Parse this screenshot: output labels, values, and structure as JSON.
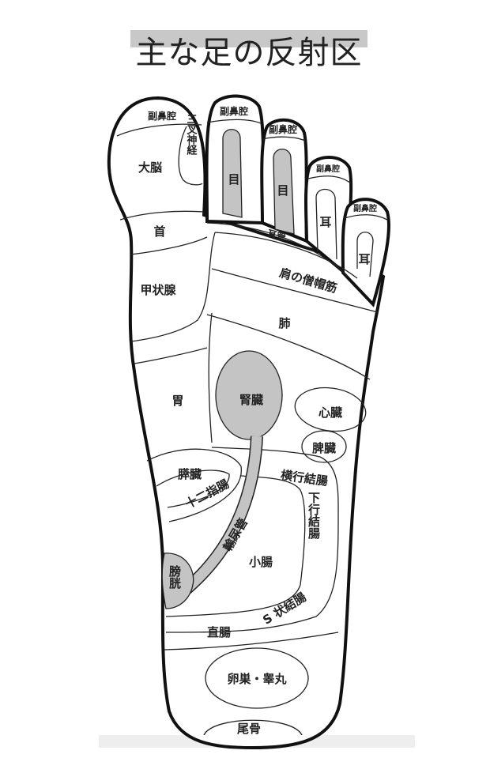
{
  "title": "主な足の反射区",
  "colors": {
    "organ_fill": "#c4c4c4",
    "title_band": "#c8c8c8",
    "outline": "#111111"
  },
  "labels": {
    "sinus_big_toe": "副鼻腔",
    "sinus_toe2": "副鼻腔",
    "sinus_toe3": "副鼻腔",
    "sinus_toe4": "副鼻腔",
    "sinus_toe5": "副鼻腔",
    "trigeminal": "三叉神経",
    "cerebrum": "大脳",
    "eye_toe2": "目",
    "eye_toe3": "目",
    "ear_toe4": "耳",
    "ear_toe5": "耳",
    "neck": "首",
    "eustachian": "耳管",
    "trapezius": "肩の僧帽筋",
    "thyroid": "甲状腺",
    "lung": "肺",
    "stomach": "胃",
    "kidney": "腎臓",
    "heart": "心臓",
    "spleen": "脾臓",
    "pancreas": "膵臓",
    "duodenum": "十二指腸",
    "transverse_colon": "横行結腸",
    "descending_colon": "下行結腸",
    "ureter": "輸尿管",
    "small_intestine": "小腸",
    "bladder": "膀胱",
    "sigmoid_colon": "S 状結腸",
    "rectum": "直腸",
    "ovary_testis": "卵巣・睾丸",
    "coccyx": "尾骨"
  }
}
